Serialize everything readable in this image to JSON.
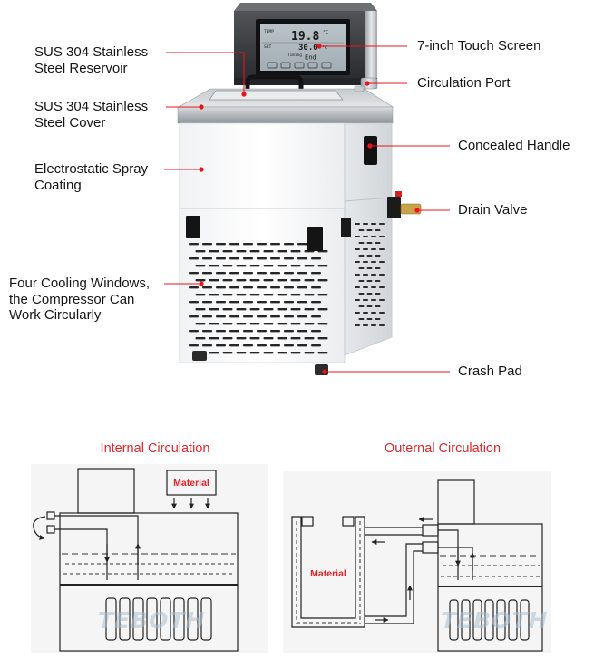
{
  "colors": {
    "accent": "#e8141b",
    "title": "#e0252b",
    "panel_bg": "#f5f5f5"
  },
  "callouts": {
    "left": [
      {
        "lines": [
          "SUS 304 Stainless",
          "Steel Reservoir"
        ]
      },
      {
        "lines": [
          "SUS 304 Stainless",
          "Steel Cover"
        ]
      },
      {
        "lines": [
          "Electrostatic Spray",
          "Coating"
        ]
      },
      {
        "lines": [
          "Four Cooling Windows,",
          "the Compressor Can",
          "Work Circularly"
        ]
      }
    ],
    "right": [
      {
        "label": "7-inch Touch Screen"
      },
      {
        "label": "Circulation Port"
      },
      {
        "label": "Concealed Handle"
      },
      {
        "label": "Drain Valve"
      },
      {
        "label": "Crash Pad"
      }
    ]
  },
  "display": {
    "temp_label": "TEMP",
    "temp_value": "19.8",
    "temp_unit": "°C",
    "set_label": "SET",
    "set_value": "30.0",
    "set_unit": "°C",
    "timer_label": "Timing",
    "timer_value": "End"
  },
  "diagrams": {
    "internal": {
      "title": "Internal Circulation",
      "material_label": "Material"
    },
    "external": {
      "title": "Outernal Circulation",
      "material_label": "Material"
    }
  },
  "watermark": "TEBOTH"
}
